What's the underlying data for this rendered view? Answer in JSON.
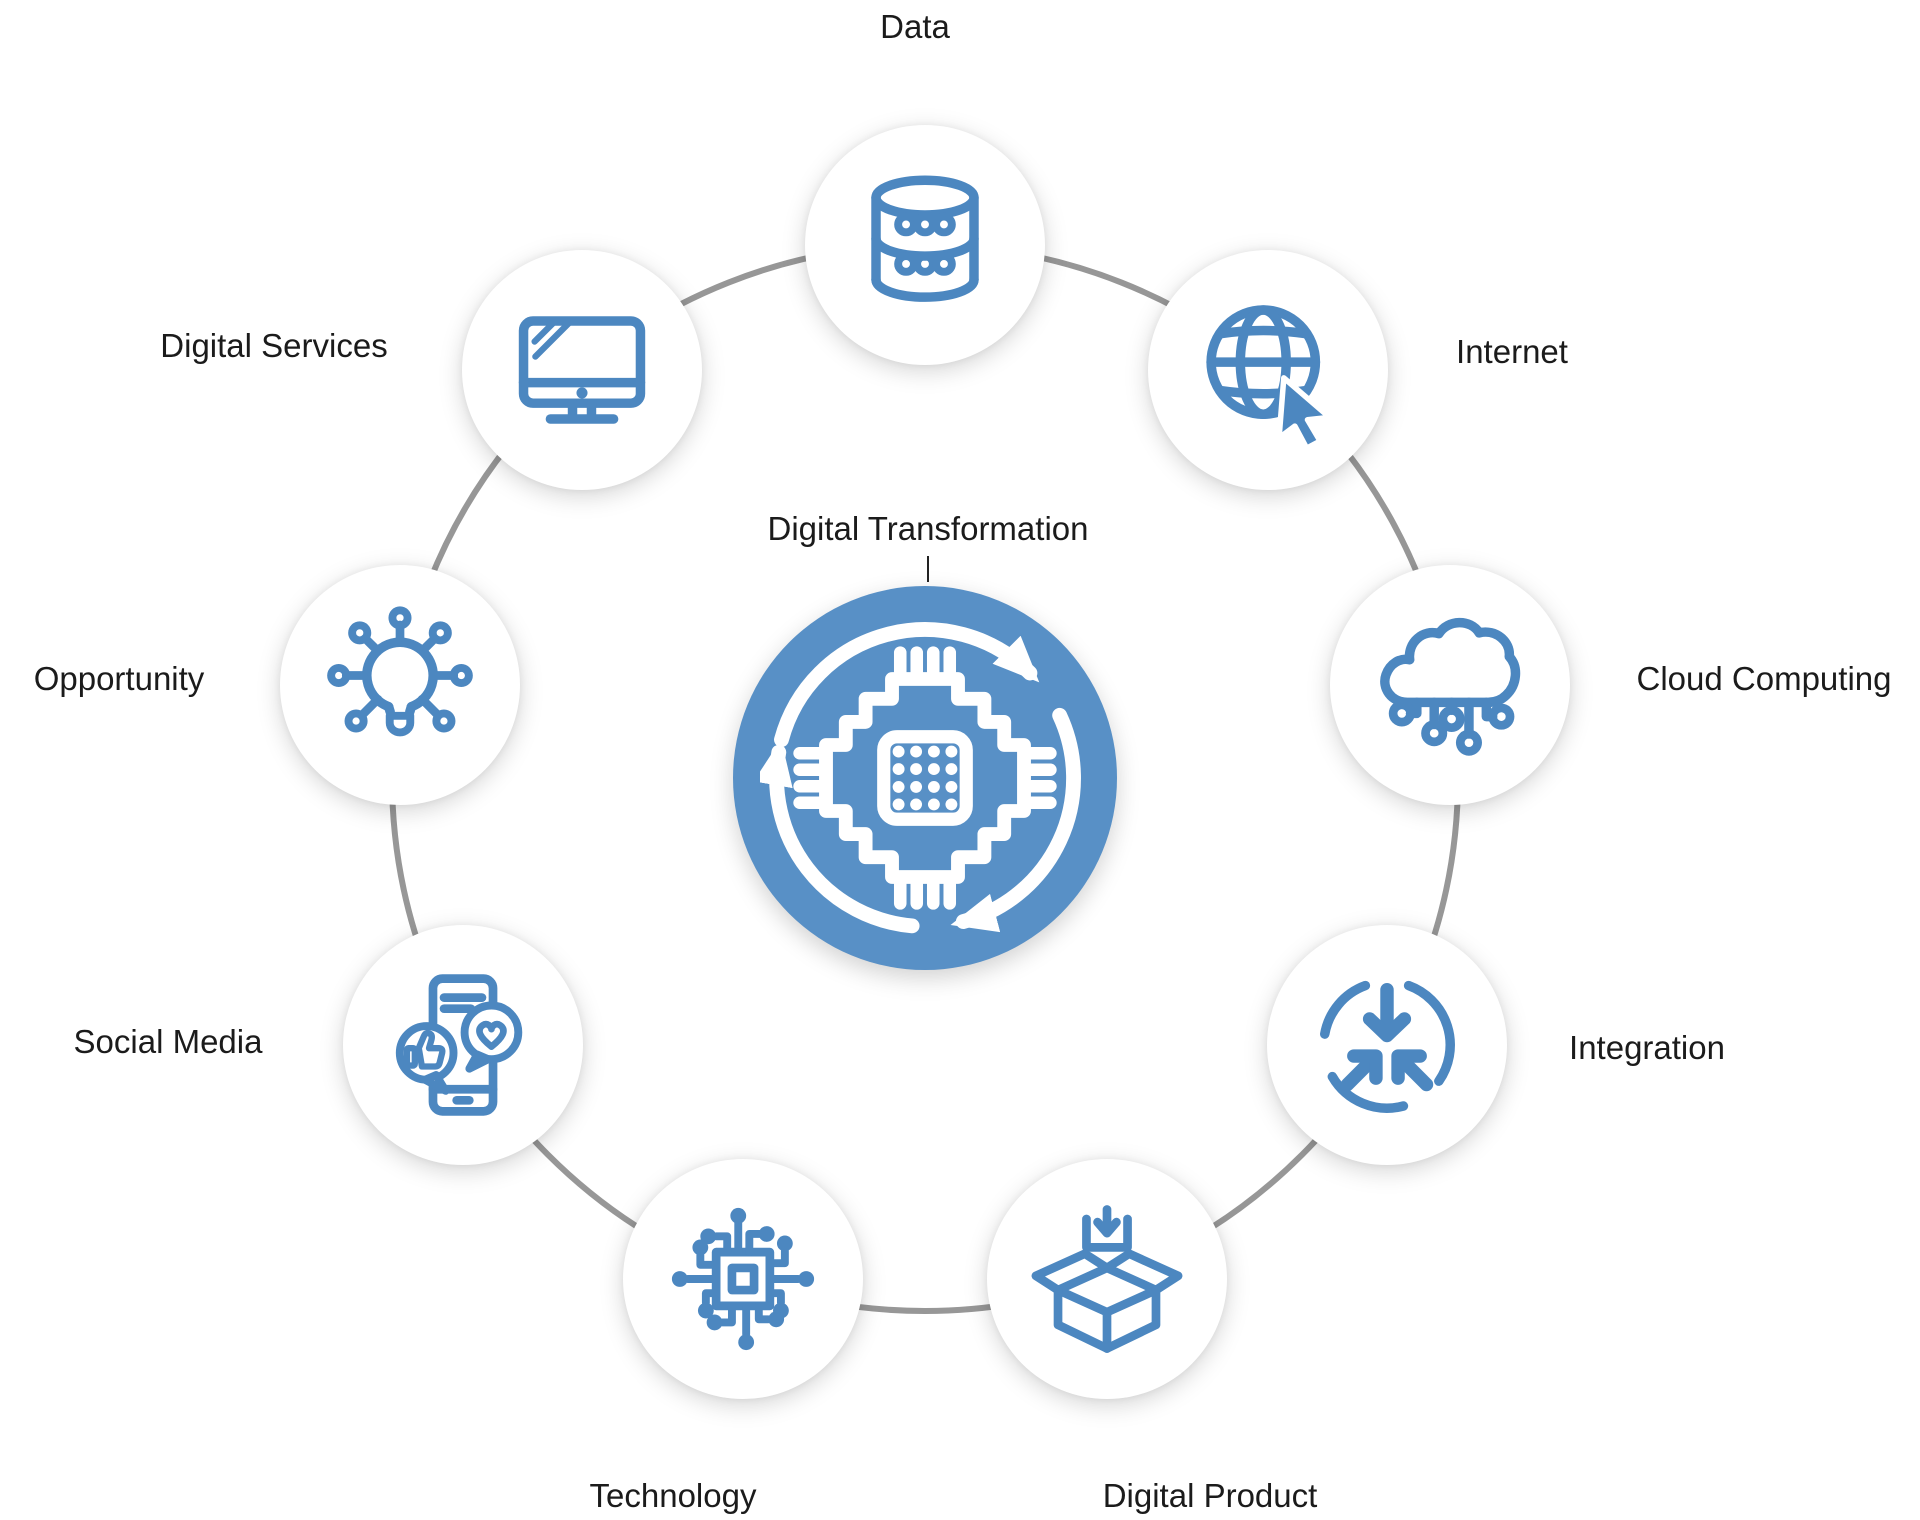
{
  "diagram": {
    "center": {
      "title": "Digital Transformation",
      "icon": "chip-cycle-icon"
    },
    "nodes": [
      {
        "id": "data",
        "label": "Data",
        "icon": "database-icon"
      },
      {
        "id": "internet",
        "label": "Internet",
        "icon": "globe-cursor-icon"
      },
      {
        "id": "cloud-computing",
        "label": "Cloud Computing",
        "icon": "cloud-network-icon"
      },
      {
        "id": "integration",
        "label": "Integration",
        "icon": "converging-arrows-icon"
      },
      {
        "id": "digital-product",
        "label": "Digital Product",
        "icon": "open-box-icon"
      },
      {
        "id": "technology",
        "label": "Technology",
        "icon": "circuit-chip-icon"
      },
      {
        "id": "social-media",
        "label": "Social Media",
        "icon": "smartphone-social-icon"
      },
      {
        "id": "opportunity",
        "label": "Opportunity",
        "icon": "lightbulb-idea-icon"
      },
      {
        "id": "digital-services",
        "label": "Digital Services",
        "icon": "desktop-monitor-icon"
      }
    ],
    "colors": {
      "accent_blue": "#5890c6",
      "icon_blue": "#4c87c0",
      "ring_gray": "#979797",
      "label_text": "#1b1b1b",
      "node_fill": "#ffffff",
      "background": "#ffffff"
    }
  }
}
